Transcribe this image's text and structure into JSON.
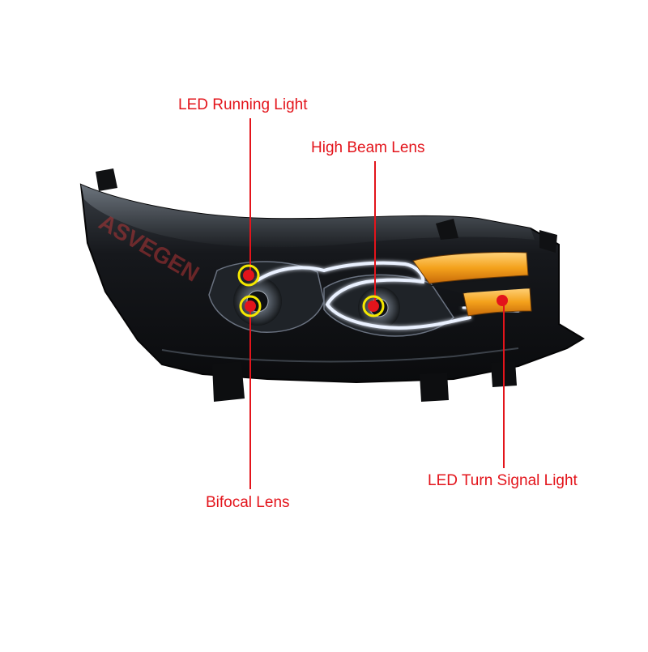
{
  "colors": {
    "label": "#e3141b",
    "leader": "#e3141b",
    "marker_ring": "#f5e800",
    "marker_dot": "#e3141b",
    "housing": "#141619",
    "turn_signal": "#f4a21c",
    "drl_glow": "#e8f0ff"
  },
  "watermark": "ASVEGEN",
  "callouts": {
    "running_light": {
      "label": "LED Running Light"
    },
    "high_beam": {
      "label": "High Beam Lens"
    },
    "turn_signal": {
      "label": "LED Turn Signal Light"
    },
    "bifocal": {
      "label": "Bifocal Lens"
    }
  }
}
